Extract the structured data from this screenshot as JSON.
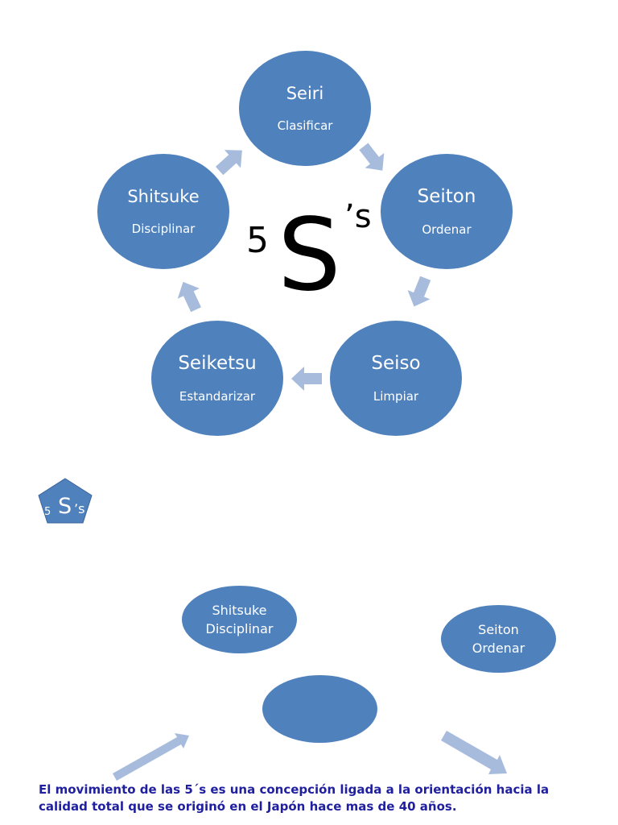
{
  "cycle": {
    "logo": {
      "number": "5",
      "letter": "S",
      "suffix": "’s"
    },
    "nodes": [
      {
        "title": "Seiri",
        "subtitle": "Clasificar"
      },
      {
        "title": "Seiton",
        "subtitle": "Ordenar"
      },
      {
        "title": "Seiso",
        "subtitle": "Limpiar"
      },
      {
        "title": "Seiketsu",
        "subtitle": "Estandarizar"
      },
      {
        "title": "Shitsuke",
        "subtitle": "Disciplinar"
      }
    ]
  },
  "pentagon_logo": {
    "number": "5",
    "letter": "S",
    "suffix": "’s"
  },
  "lower": {
    "left_node": {
      "title": "Shitsuke",
      "subtitle": "Disciplinar"
    },
    "right_node": {
      "title": "Seiton",
      "subtitle": "Ordenar"
    },
    "center_node": {
      "title": ""
    }
  },
  "footer_text": "El movimiento de las 5´s es una concepción ligada a la orientación hacia la calidad total que se originó en el Japón hace mas de 40 años.",
  "colors": {
    "node_fill": "#4f81bd",
    "arrow_fill": "#a7bbdc",
    "footer_text": "#1f1f9f"
  }
}
